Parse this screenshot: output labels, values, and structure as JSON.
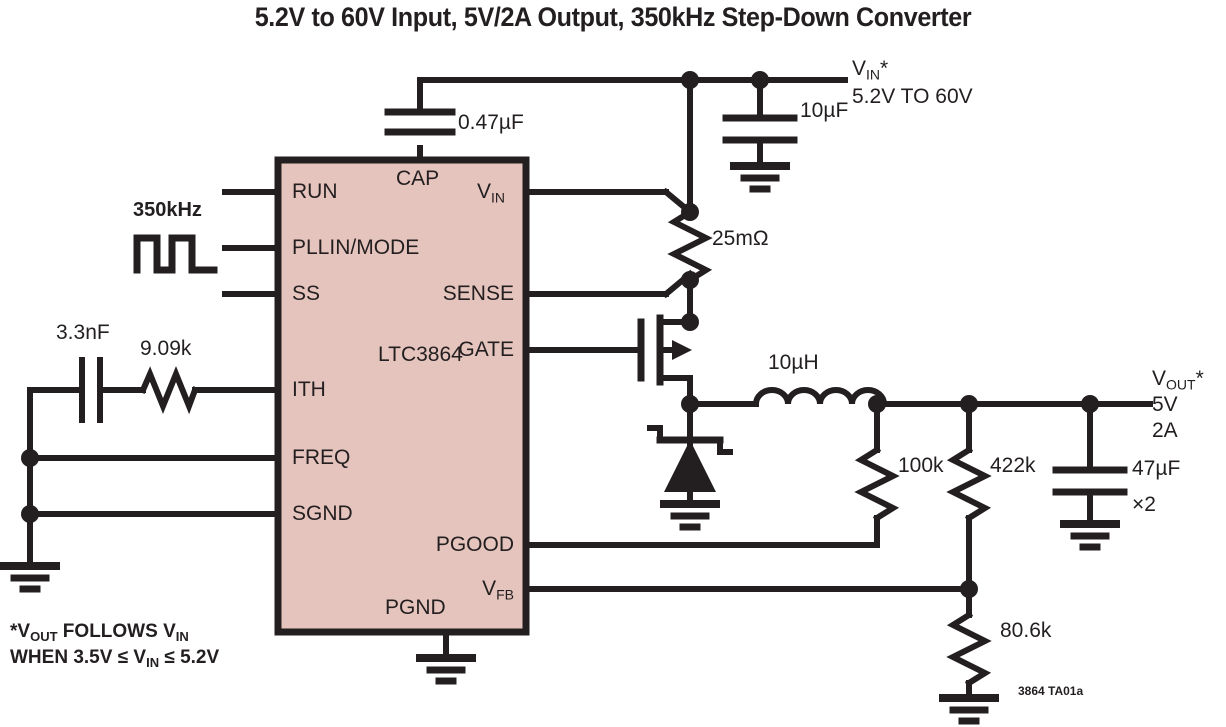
{
  "title": "5.2V to 60V Input, 5V/2A Output, 350kHz Step-Down Converter",
  "ic": {
    "part": "LTC3864",
    "fill_color": "#e5c4bd",
    "stroke_color": "#231f20",
    "pins_left": [
      "RUN",
      "PLLIN/MODE",
      "SS",
      "ITH",
      "FREQ",
      "SGND"
    ],
    "pins_right_top": "V",
    "pins_right_top_sub": "IN",
    "pins_right": [
      "SENSE",
      "GATE",
      "PGOOD"
    ],
    "pin_vfb": "V",
    "pin_vfb_sub": "FB",
    "pin_top": "CAP",
    "pin_bottom": "PGND"
  },
  "components": {
    "cap_cap": "0.47µF",
    "cin": "10µF",
    "rsense": "25mΩ",
    "ith_cap": "3.3nF",
    "ith_res": "9.09k",
    "inductor": "10µH",
    "r_pgood": "100k",
    "r_fb_top": "422k",
    "r_fb_bot": "80.6k",
    "cout": "47µF",
    "cout_qty": "×2",
    "clock_freq": "350kHz"
  },
  "rails": {
    "vin_name": "V",
    "vin_sub": "IN",
    "vin_star": "*",
    "vin_range": "5.2V TO 60V",
    "vout_name": "V",
    "vout_sub": "OUT",
    "vout_star": "*",
    "vout_v": "5V",
    "vout_i": "2A"
  },
  "footnote": {
    "line1_pre": "*V",
    "line1_sub1": "OUT",
    "line1_mid": " FOLLOWS V",
    "line1_sub2": "IN",
    "line2_pre": "WHEN 3.5V ≤ V",
    "line2_sub": "IN",
    "line2_post": " ≤ 5.2V"
  },
  "doc_id": "3864 TA01a"
}
